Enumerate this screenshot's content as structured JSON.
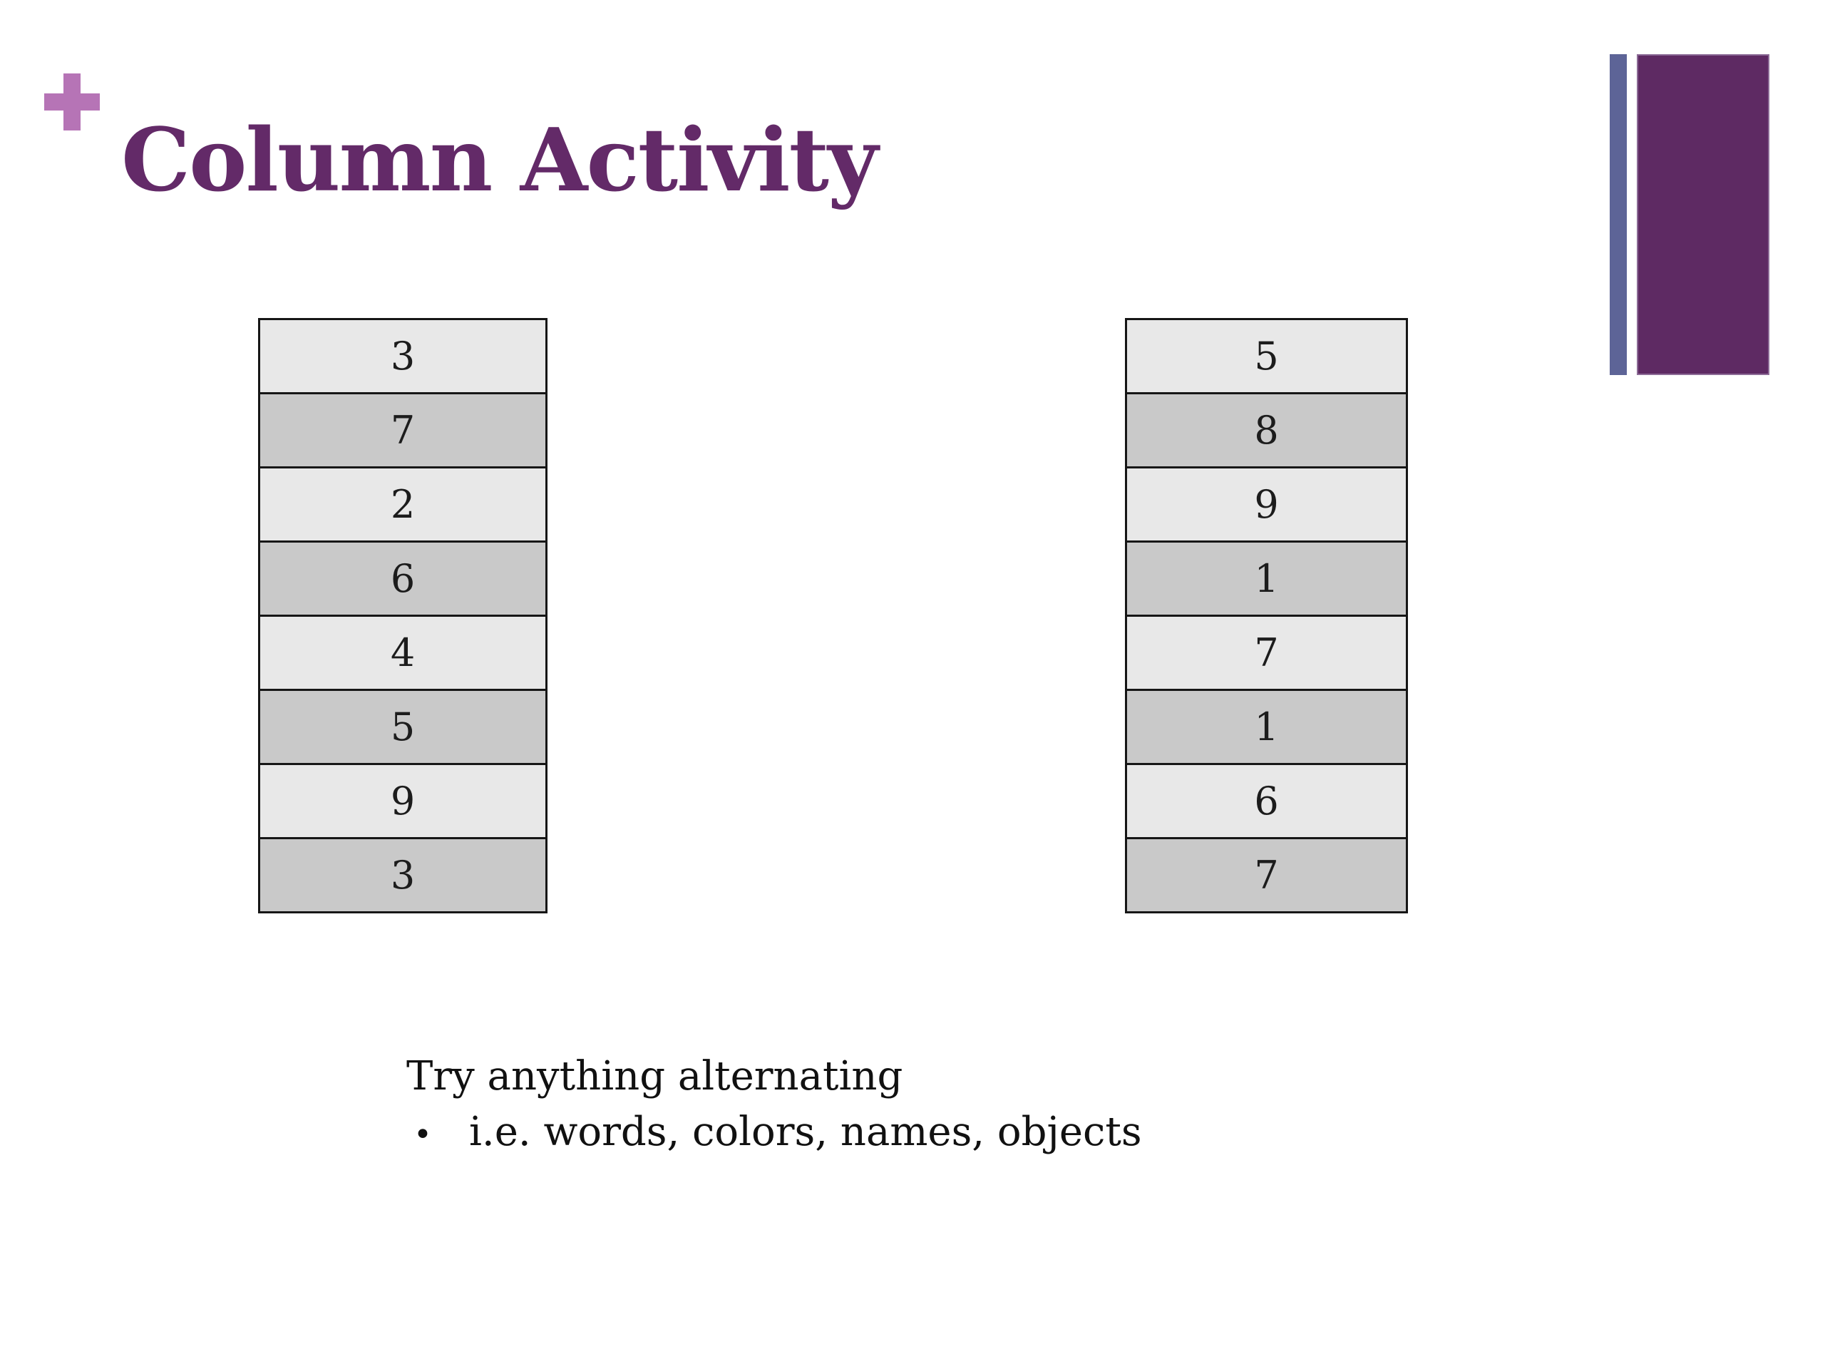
{
  "slide": {
    "title": "Column Activity",
    "background_color": "#ffffff"
  },
  "decorations": {
    "plus_symbol": "+",
    "plus_color": "#b674b6",
    "accent_bar_color": "#5d6497",
    "accent_block_color": "#5e2a63",
    "title_color": "#632a68"
  },
  "tables": {
    "left": {
      "rows": [
        "3",
        "7",
        "2",
        "6",
        "4",
        "5",
        "9",
        "3"
      ]
    },
    "right": {
      "rows": [
        "5",
        "8",
        "9",
        "1",
        "7",
        "1",
        "6",
        "7"
      ]
    },
    "row_colors": {
      "light": "#e8e8e8",
      "dark": "#c9c9c9"
    },
    "border_color": "#161616"
  },
  "notes": {
    "line1": "Try anything alternating",
    "bullet": "•",
    "bullet_item": "i.e. words, colors, names, objects"
  }
}
